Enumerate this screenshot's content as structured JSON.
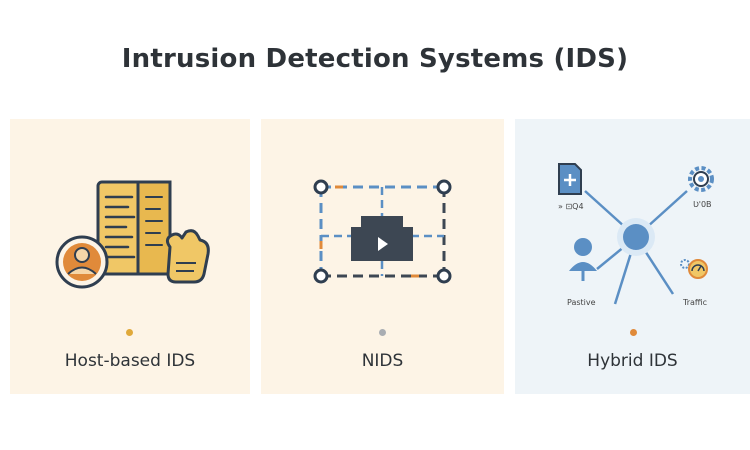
{
  "title": "Intrusion Detection Systems (IDS)",
  "cards": [
    {
      "label": "Host-based IDS",
      "dot_color": "#e0a93a"
    },
    {
      "label": "NIDS",
      "dot_color": "#a9adb2"
    },
    {
      "label": "Hybrid IDS",
      "dot_color": "#e08a3a"
    }
  ],
  "hybrid_diagram": {
    "tag_file": "» ⊡Q4",
    "tag_gear": "Ʋ'0B",
    "tag_person": "Pastive",
    "tag_traffic": "Traffic"
  },
  "colors": {
    "navy": "#2f3e50",
    "gold": "#f0c766",
    "orange": "#e08a3a",
    "blue": "#5b8fc4",
    "slate": "#3d4753"
  }
}
